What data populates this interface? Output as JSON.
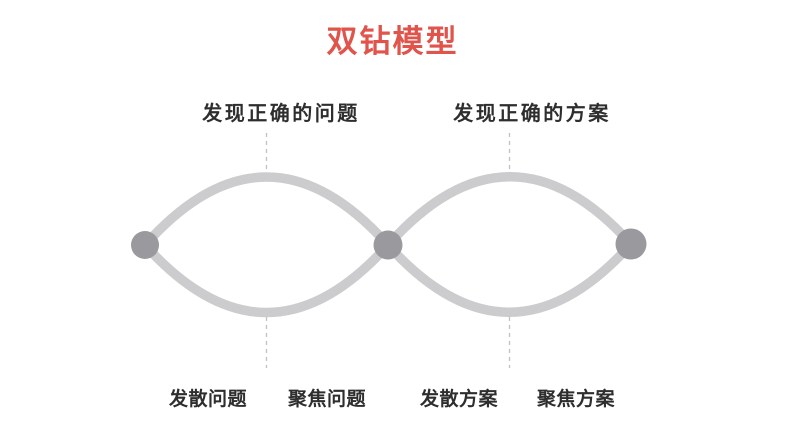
{
  "title": "双钻模型",
  "colors": {
    "title": "#e0544c",
    "curve": "#cccbce",
    "dot": "#9a999d",
    "dashed_line": "#bfbfc4",
    "label_text": "#2e2e2e",
    "background": "#ffffff"
  },
  "diagram": {
    "type": "double-diamond",
    "top_labels": [
      {
        "text": "发现正确的问题"
      },
      {
        "text": "发现正确的方案"
      }
    ],
    "bottom_labels": [
      {
        "text": "发散问题"
      },
      {
        "text": "聚焦问题"
      },
      {
        "text": "发散方案"
      },
      {
        "text": "聚焦方案"
      }
    ],
    "nodes": [
      {
        "name": "start"
      },
      {
        "name": "middle"
      },
      {
        "name": "end"
      }
    ]
  }
}
